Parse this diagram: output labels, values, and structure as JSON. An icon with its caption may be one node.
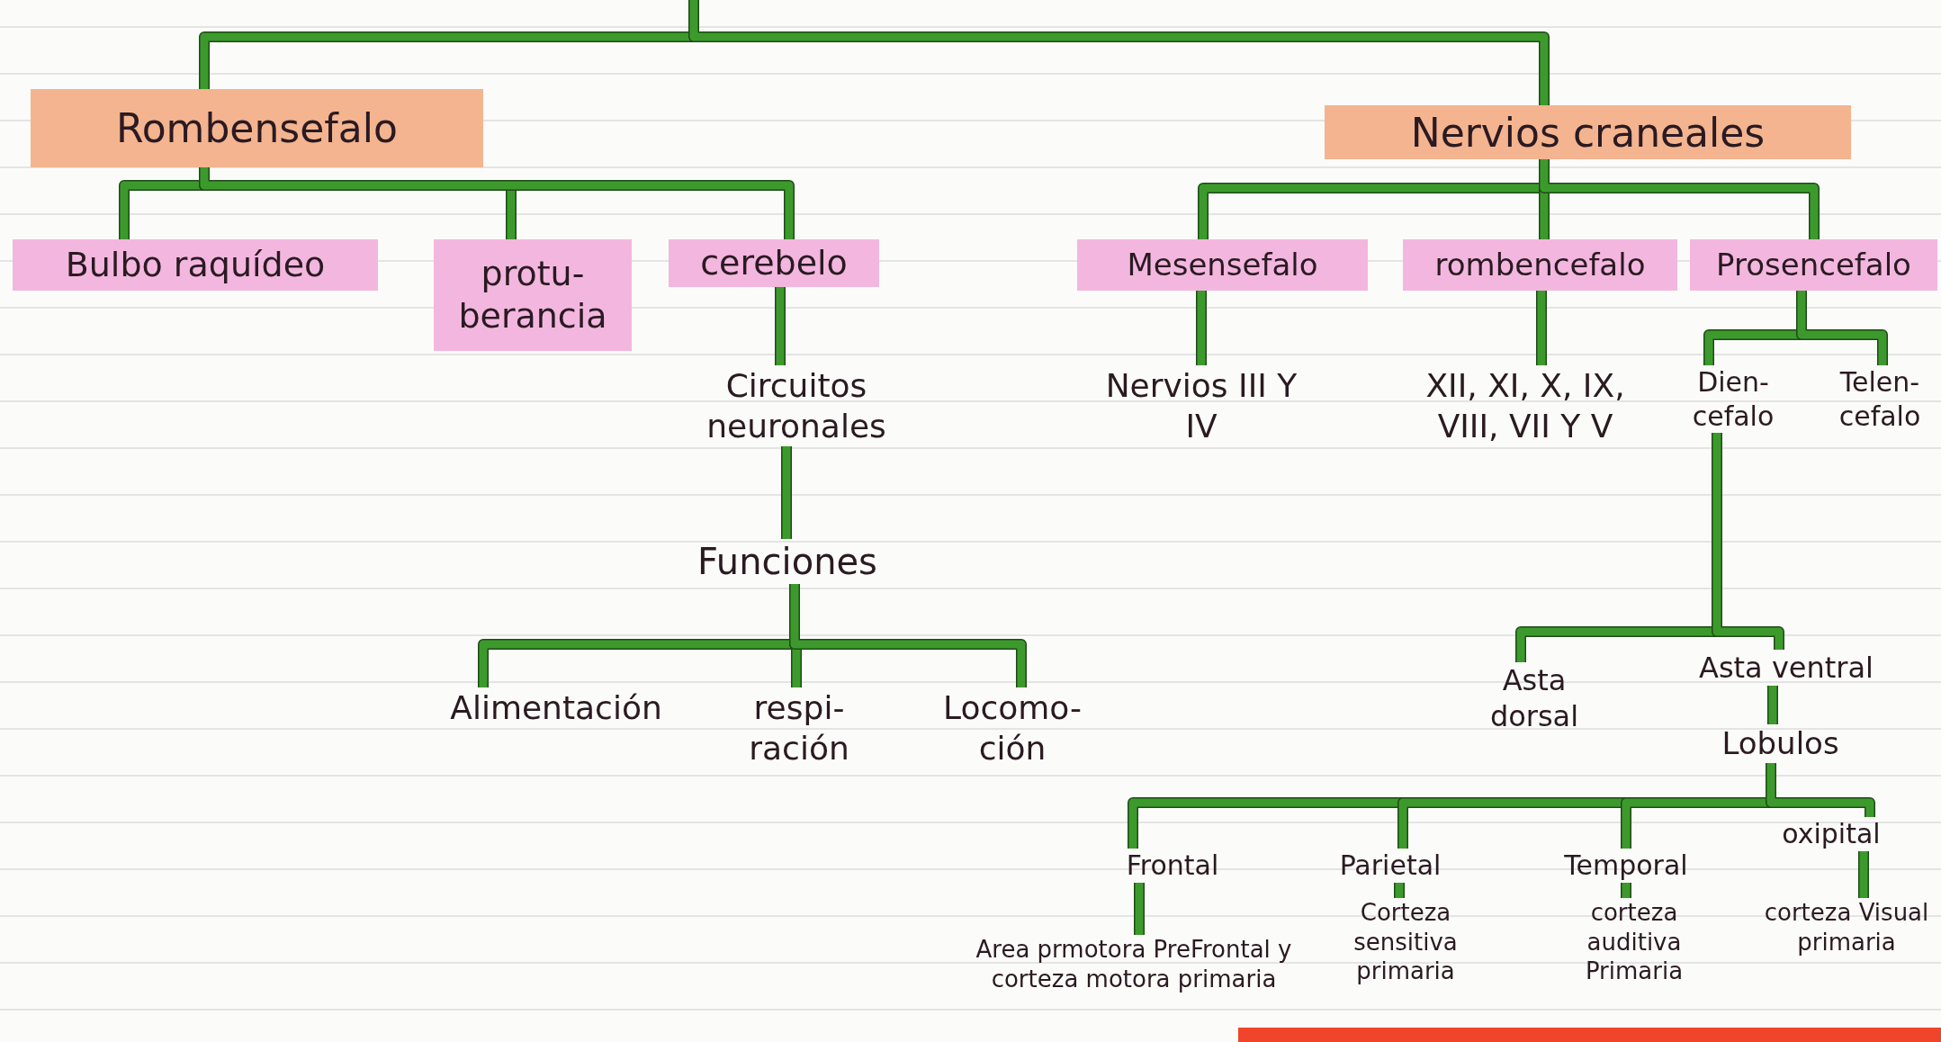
{
  "diagram": {
    "nodes": [
      {
        "text": [
          "Rombensefalo"
        ]
      },
      {
        "text": [
          "Nervios craneales"
        ]
      },
      {
        "text": [
          "Bulbo raquídeo"
        ]
      },
      {
        "text": [
          "protu- berancia"
        ]
      },
      {
        "text": [
          "cerebelo"
        ]
      },
      {
        "text": [
          "Mesensefalo"
        ]
      },
      {
        "text": [
          "rombencefalo"
        ]
      },
      {
        "text": [
          "Prosencefalo"
        ]
      },
      {
        "text": [
          "Circuitos neuronales"
        ]
      },
      {
        "text": [
          "Nervios III Y IV"
        ]
      },
      {
        "text": [
          "XII, XI, X, IX, VIII, VII Y V"
        ]
      },
      {
        "text": [
          "Dien- cefalo"
        ]
      },
      {
        "text": [
          "Telen- cefalo"
        ]
      },
      {
        "text": [
          "Funciones"
        ]
      },
      {
        "text": [
          "Alimentación"
        ]
      },
      {
        "text": [
          "respi- ración"
        ]
      },
      {
        "text": [
          "Locomo- ción"
        ]
      },
      {
        "text": [
          "Asta dorsal"
        ]
      },
      {
        "text": [
          "Asta ventral"
        ]
      },
      {
        "text": [
          "Lobulos"
        ]
      },
      {
        "text": [
          "Frontal"
        ]
      },
      {
        "text": [
          "Parietal"
        ]
      },
      {
        "text": [
          "Temporal"
        ]
      },
      {
        "text": [
          "oxipital"
        ]
      },
      {
        "text": [
          "Area prmotora PreFrontal y corteza motora primaria"
        ]
      },
      {
        "text": [
          "Corteza sensitiva primaria"
        ]
      },
      {
        "text": [
          "corteza auditiva Primaria"
        ]
      },
      {
        "text": [
          "corteza Visual primaria"
        ]
      }
    ],
    "edges": [
      {
        "from": null,
        "to": 0,
        "arrow": "none"
      },
      {
        "from": null,
        "to": 1,
        "arrow": "none"
      },
      {
        "from": 0,
        "to": 2,
        "arrow": "none"
      },
      {
        "from": 0,
        "to": 3,
        "arrow": "none"
      },
      {
        "from": 0,
        "to": 4,
        "arrow": "none"
      },
      {
        "from": 1,
        "to": 5,
        "arrow": "none"
      },
      {
        "from": 1,
        "to": 6,
        "arrow": "none"
      },
      {
        "from": 1,
        "to": 7,
        "arrow": "none"
      },
      {
        "from": 4,
        "to": 8,
        "arrow": "none"
      },
      {
        "from": 5,
        "to": 9,
        "arrow": "none"
      },
      {
        "from": 6,
        "to": 10,
        "arrow": "none"
      },
      {
        "from": 7,
        "to": 11,
        "arrow": "none"
      },
      {
        "from": 7,
        "to": 12,
        "arrow": "none"
      },
      {
        "from": 8,
        "to": 13,
        "arrow": "none"
      },
      {
        "from": 13,
        "to": 14,
        "arrow": "none"
      },
      {
        "from": 13,
        "to": 15,
        "arrow": "none"
      },
      {
        "from": 13,
        "to": 16,
        "arrow": "none"
      },
      {
        "from": 11,
        "to": 17,
        "arrow": "none"
      },
      {
        "from": 11,
        "to": 18,
        "arrow": "none"
      },
      {
        "from": 18,
        "to": 19,
        "arrow": "none"
      },
      {
        "from": 19,
        "to": 20,
        "arrow": "none"
      },
      {
        "from": 19,
        "to": 21,
        "arrow": "none"
      },
      {
        "from": 19,
        "to": 22,
        "arrow": "none"
      },
      {
        "from": 19,
        "to": 23,
        "arrow": "none"
      },
      {
        "from": 20,
        "to": 24,
        "arrow": "none"
      },
      {
        "from": 21,
        "to": 25,
        "arrow": "none"
      },
      {
        "from": 22,
        "to": 26,
        "arrow": "none"
      },
      {
        "from": 23,
        "to": 27,
        "arrow": "none"
      }
    ]
  }
}
